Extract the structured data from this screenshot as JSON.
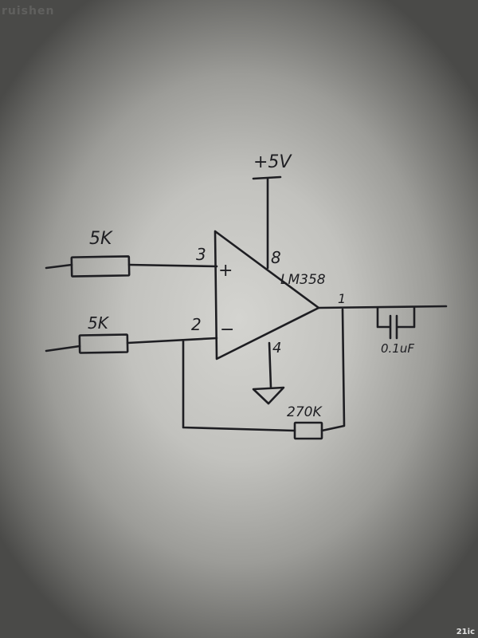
{
  "diagram": {
    "supply_label": "+5V",
    "opamp_label": "LM358",
    "pin_noninverting": "3",
    "pin_inverting": "2",
    "pin_output": "1",
    "pin_vcc": "8",
    "pin_gnd": "4",
    "plus_sign": "+",
    "minus_sign": "−",
    "resistor_top_label": "5K",
    "resistor_bottom_label": "5K",
    "feedback_resistor_label": "270K",
    "capacitor_label": "0.1uF"
  },
  "watermarks": {
    "top_left": "ruishen",
    "bottom_right": "21ic"
  }
}
